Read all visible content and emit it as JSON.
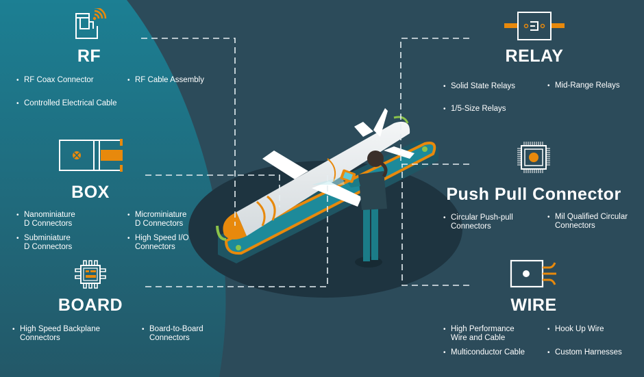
{
  "colors": {
    "background_dark": "#2c4b5a",
    "background_teal": "#1e7a8c",
    "accent_orange": "#e8890c",
    "accent_green": "#8bc34a",
    "ellipse_dark": "#1e3440",
    "text": "#ffffff",
    "dash_line": "#e6eef2"
  },
  "sections": {
    "rf": {
      "title": "RF",
      "icon": "rf-wireless-icon",
      "items": [
        "RF Coax Connector",
        "RF Cable Assembly",
        "Controlled Electrical Cable"
      ]
    },
    "box": {
      "title": "BOX",
      "icon": "box-connector-icon",
      "items": [
        {
          "line1": "Nanominiature",
          "line2": "D Connectors"
        },
        {
          "line1": "Microminiature",
          "line2": "D Connectors"
        },
        {
          "line1": "Subminiature",
          "line2": "D Connectors"
        },
        {
          "line1": "High Speed I/O",
          "line2": "Connectors"
        }
      ]
    },
    "board": {
      "title": "BOARD",
      "icon": "circuit-board-chip-icon",
      "items": [
        {
          "line1": "High Speed Backplane",
          "line2": "Connectors"
        },
        {
          "line1": "Board-to-Board",
          "line2": "Connectors"
        }
      ]
    },
    "relay": {
      "title": "RELAY",
      "icon": "relay-icon",
      "items": [
        "Solid State Relays",
        "Mid-Range Relays",
        "1/5-Size Relays"
      ]
    },
    "push_pull": {
      "title": "Push Pull Connector",
      "icon": "microchip-icon",
      "items": [
        {
          "line1": "Circular Push-pull",
          "line2": "Connectors"
        },
        {
          "line1": "Mil Qualified Circular",
          "line2": "Connectors"
        }
      ]
    },
    "wire": {
      "title": "WIRE",
      "icon": "wire-terminal-icon",
      "items": [
        {
          "line1": "High Performance",
          "line2": "Wire and Cable"
        },
        {
          "line1": "Hook Up Wire",
          "line2": ""
        },
        {
          "line1": "Multiconductor Cable",
          "line2": ""
        },
        {
          "line1": "Custom Harnesses",
          "line2": ""
        }
      ]
    }
  },
  "illustration": {
    "subject": "missile-on-conveyor-with-technician",
    "device": "tablet"
  }
}
